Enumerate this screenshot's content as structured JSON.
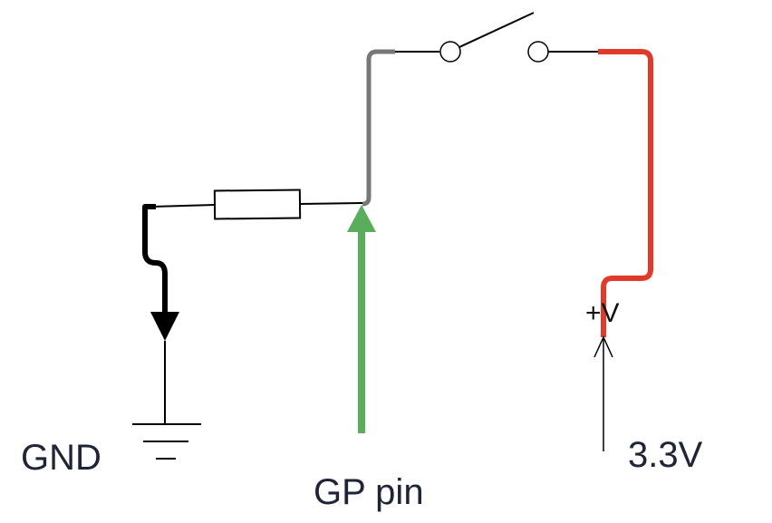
{
  "diagram": {
    "type": "circuit-schematic",
    "labels": {
      "gnd": "GND",
      "gp_pin": "GP pin",
      "supply_voltage": "3.3V",
      "plus_v": "+V"
    },
    "components": [
      {
        "kind": "resistor-icon"
      },
      {
        "kind": "switch-icon",
        "state": "open"
      },
      {
        "kind": "ground-icon"
      },
      {
        "kind": "voltage-source-icon"
      }
    ],
    "wire_colors": {
      "ground_wire": "#000000",
      "gp_wire": "#777777",
      "supply_wire": "#e03a2a",
      "gp_arrow": "#5aad5a",
      "thin_wire": "#000000"
    }
  }
}
